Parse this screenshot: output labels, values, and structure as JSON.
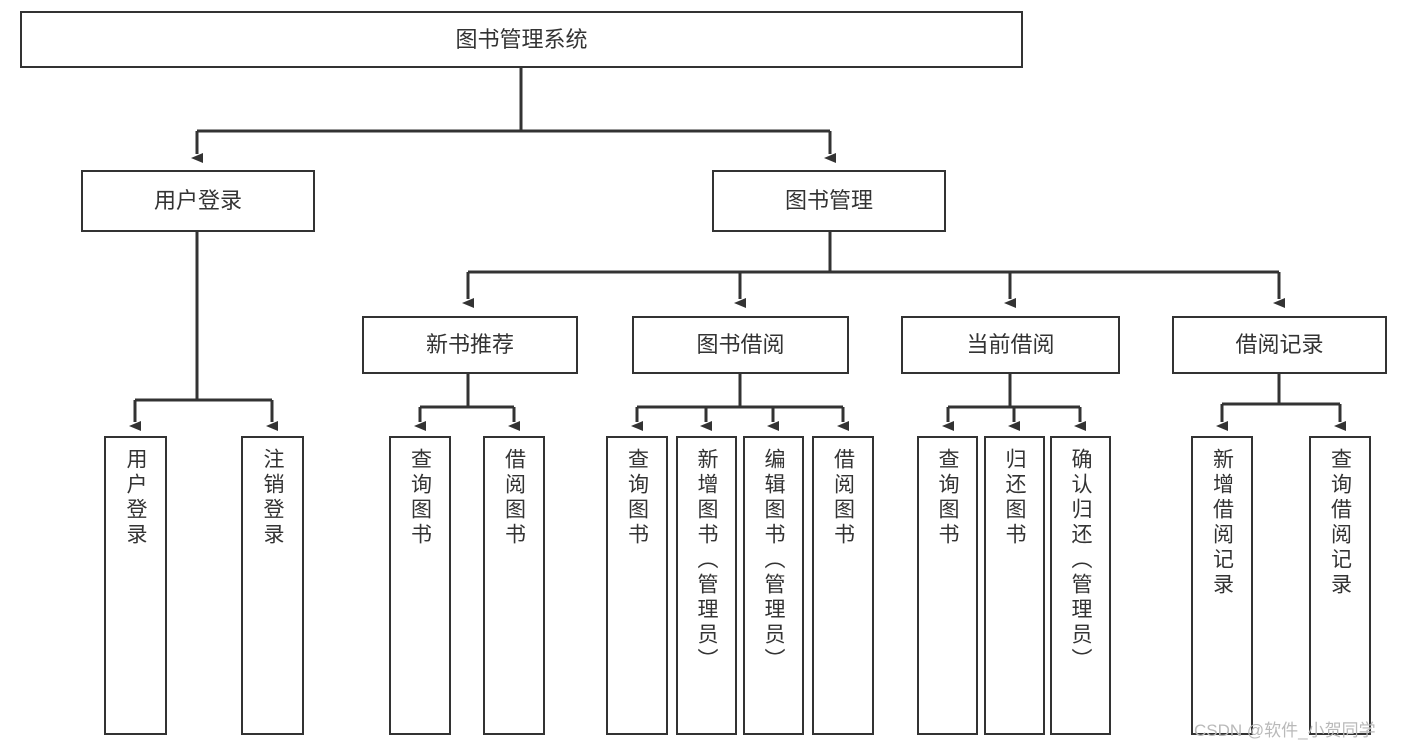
{
  "diagram": {
    "title": "图书管理系统",
    "type": "hierarchy-tree",
    "style": {
      "box_border_color": "#333333",
      "box_fill_color": "#ffffff",
      "line_color": "#333333",
      "background": "#ffffff",
      "watermark_color": "#b9b9b9"
    },
    "nodes": {
      "root": {
        "label": "图书管理系统",
        "level": 1,
        "orientation": "horizontal"
      },
      "user_login": {
        "label": "用户登录",
        "level": 2,
        "orientation": "horizontal"
      },
      "book_manage": {
        "label": "图书管理",
        "level": 2,
        "orientation": "horizontal"
      },
      "new_book_rec": {
        "label": "新书推荐",
        "level": 3,
        "orientation": "horizontal"
      },
      "book_borrow": {
        "label": "图书借阅",
        "level": 3,
        "orientation": "horizontal"
      },
      "current_borrow": {
        "label": "当前借阅",
        "level": 3,
        "orientation": "horizontal"
      },
      "borrow_record": {
        "label": "借阅记录",
        "level": 3,
        "orientation": "horizontal"
      },
      "leaf_user_login": {
        "label": "用户登录",
        "level": 4,
        "orientation": "vertical"
      },
      "leaf_logout": {
        "label": "注销登录",
        "level": 4,
        "orientation": "vertical"
      },
      "leaf_rec_query": {
        "label": "查询图书",
        "level": 4,
        "orientation": "vertical"
      },
      "leaf_rec_borrow": {
        "label": "借阅图书",
        "level": 4,
        "orientation": "vertical"
      },
      "leaf_bb_query": {
        "label": "查询图书",
        "level": 4,
        "orientation": "vertical"
      },
      "leaf_bb_add": {
        "label": "新增图书（管理员）",
        "level": 4,
        "orientation": "vertical"
      },
      "leaf_bb_edit": {
        "label": "编辑图书（管理员）",
        "level": 4,
        "orientation": "vertical"
      },
      "leaf_bb_borrow": {
        "label": "借阅图书",
        "level": 4,
        "orientation": "vertical"
      },
      "leaf_cb_query": {
        "label": "查询图书",
        "level": 4,
        "orientation": "vertical"
      },
      "leaf_cb_return": {
        "label": "归还图书",
        "level": 4,
        "orientation": "vertical"
      },
      "leaf_cb_confirm": {
        "label": "确认归还（管理员）",
        "level": 4,
        "orientation": "vertical"
      },
      "leaf_br_add": {
        "label": "新增借阅记录",
        "level": 4,
        "orientation": "vertical"
      },
      "leaf_br_query": {
        "label": "查询借阅记录",
        "level": 4,
        "orientation": "vertical"
      }
    },
    "edges": [
      {
        "from": "root",
        "to": "user_login"
      },
      {
        "from": "root",
        "to": "book_manage"
      },
      {
        "from": "book_manage",
        "to": "new_book_rec"
      },
      {
        "from": "book_manage",
        "to": "book_borrow"
      },
      {
        "from": "book_manage",
        "to": "current_borrow"
      },
      {
        "from": "book_manage",
        "to": "borrow_record"
      },
      {
        "from": "user_login",
        "to": "leaf_user_login"
      },
      {
        "from": "user_login",
        "to": "leaf_logout"
      },
      {
        "from": "new_book_rec",
        "to": "leaf_rec_query"
      },
      {
        "from": "new_book_rec",
        "to": "leaf_rec_borrow"
      },
      {
        "from": "book_borrow",
        "to": "leaf_bb_query"
      },
      {
        "from": "book_borrow",
        "to": "leaf_bb_add"
      },
      {
        "from": "book_borrow",
        "to": "leaf_bb_edit"
      },
      {
        "from": "book_borrow",
        "to": "leaf_bb_borrow"
      },
      {
        "from": "current_borrow",
        "to": "leaf_cb_query"
      },
      {
        "from": "current_borrow",
        "to": "leaf_cb_return"
      },
      {
        "from": "current_borrow",
        "to": "leaf_cb_confirm"
      },
      {
        "from": "borrow_record",
        "to": "leaf_br_add"
      },
      {
        "from": "borrow_record",
        "to": "leaf_br_query"
      }
    ]
  },
  "watermark": {
    "text": "CSDN @软件_小贺同学"
  }
}
